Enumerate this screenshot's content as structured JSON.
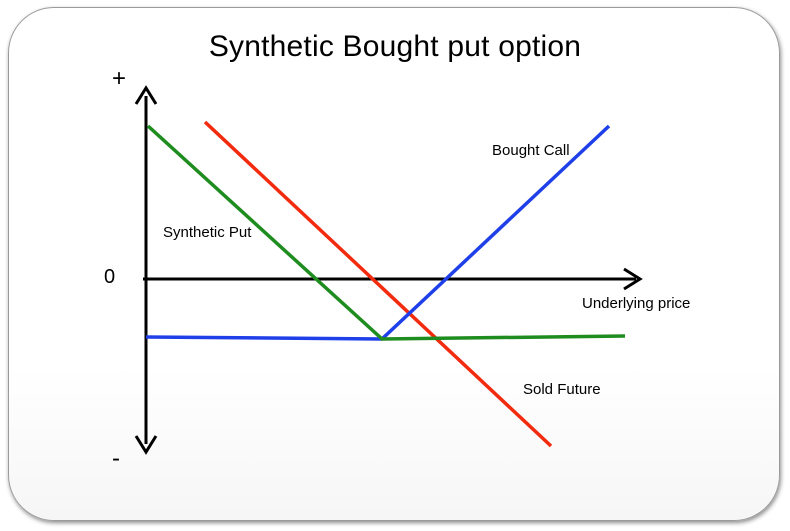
{
  "title": "Synthetic Bought put option",
  "axis": {
    "y_plus": "+",
    "y_minus": "-",
    "zero": "0",
    "x_label": "Underlying price"
  },
  "lines": {
    "synthetic_put": {
      "label": "Synthetic Put",
      "color": "#1e8c1e"
    },
    "bought_call": {
      "label": "Bought Call",
      "color": "#1f3fe8"
    },
    "sold_future": {
      "label": "Sold Future",
      "color": "#f22a0e"
    }
  },
  "axis_color": "#000000"
}
